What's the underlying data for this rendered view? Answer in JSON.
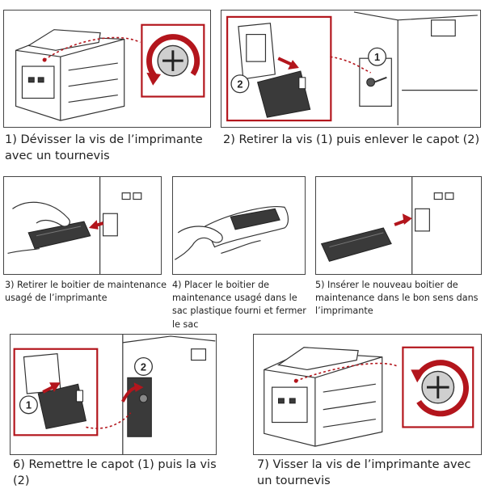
{
  "steps": [
    {
      "caption": "1) Dévisser la vis de l’imprimante avec un tournevis"
    },
    {
      "caption": "2) Retirer la vis (1) puis enlever le capot (2)",
      "badge_a": "1",
      "badge_b": "2"
    },
    {
      "caption": "3) Retirer le boitier de maintenance usagé de l’imprimante"
    },
    {
      "caption": "4) Placer le boitier de maintenance usagé dans le sac plastique fourni et fermer le sac"
    },
    {
      "caption": "5) Insérer le nouveau boitier de maintenance dans le bon sens dans l’imprimante"
    },
    {
      "caption": "6) Remettre le capot (1) puis la vis (2)",
      "badge_a": "1",
      "badge_b": "2"
    },
    {
      "caption": "7) Visser la vis de l’imprimante avec un tournevis"
    }
  ],
  "colors": {
    "accent": "#b3151c",
    "line": "#333333"
  },
  "icons": [
    "printer-icon",
    "screw-icon",
    "rotate-arrow-icon",
    "hand-icon",
    "maintenance-box-icon",
    "cover-icon",
    "arrow-icon"
  ]
}
